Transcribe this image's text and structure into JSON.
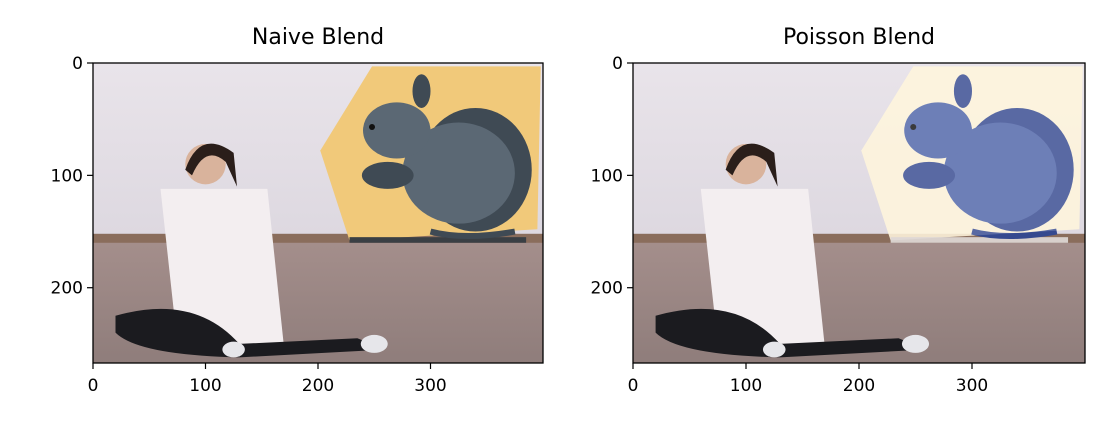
{
  "chart_data": [
    {
      "type": "image",
      "title": "Naive Blend",
      "xlabel": "",
      "ylabel": "",
      "xlim": [
        0,
        400
      ],
      "ylim": [
        267,
        0
      ],
      "xticks": [
        0,
        100,
        200,
        300
      ],
      "yticks": [
        0,
        100,
        200
      ],
      "image": {
        "region": [
          0,
          400,
          0,
          267
        ],
        "wall": [
          0,
          155
        ],
        "floor": [
          155,
          267
        ],
        "colors": {
          "wall": "#e9e4ea",
          "wall_low": "#ddd8e0",
          "baseboard": "#8a6d5c",
          "floor": "#a58f8c",
          "floor_dark": "#8f7d7b"
        },
        "patch": {
          "polygon": [
            [
              248,
              3
            ],
            [
              398,
              3
            ],
            [
              395,
              148
            ],
            [
              228,
              158
            ],
            [
              202,
              78
            ]
          ],
          "fill": "#f1c97a",
          "strip": [
            [
              228,
              155
            ],
            [
              385,
              160
            ]
          ]
        },
        "squirrel": {
          "color": "#5b6874",
          "shade": "#3f4a54"
        }
      }
    },
    {
      "type": "image",
      "title": "Poisson Blend",
      "xlabel": "",
      "ylabel": "",
      "xlim": [
        0,
        400
      ],
      "ylim": [
        267,
        0
      ],
      "xticks": [
        0,
        100,
        200,
        300
      ],
      "yticks": [
        0,
        100,
        200
      ],
      "image": {
        "region": [
          0,
          400,
          0,
          267
        ],
        "wall": [
          0,
          155
        ],
        "floor": [
          155,
          267
        ],
        "colors": {
          "wall": "#e9e4ea",
          "wall_low": "#ddd8e0",
          "baseboard": "#8a6d5c",
          "floor": "#a58f8c",
          "floor_dark": "#8f7d7b"
        },
        "patch": {
          "polygon": [
            [
              248,
              3
            ],
            [
              398,
              3
            ],
            [
              395,
              148
            ],
            [
              228,
              158
            ],
            [
              202,
              78
            ]
          ],
          "fill": "#fff3d4",
          "strip": [
            [
              228,
              155
            ],
            [
              385,
              160
            ]
          ]
        },
        "squirrel": {
          "color": "#4e63a8",
          "shade": "#35498f"
        }
      }
    }
  ]
}
